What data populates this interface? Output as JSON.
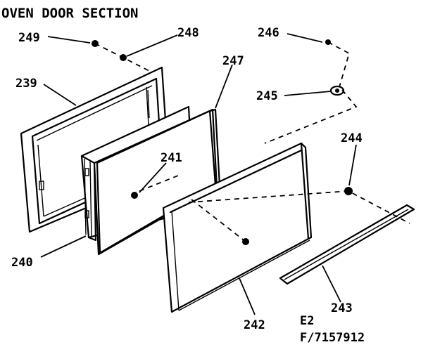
{
  "title": "OVEN DOOR SECTION",
  "parts": {
    "p239": "239",
    "p240": "240",
    "p241": "241",
    "p242": "242",
    "p243": "243",
    "p244": "244",
    "p245": "245",
    "p246": "246",
    "p247": "247",
    "p248": "248",
    "p249": "249"
  },
  "footer": {
    "code": "E2",
    "figure": "F/7157912"
  }
}
